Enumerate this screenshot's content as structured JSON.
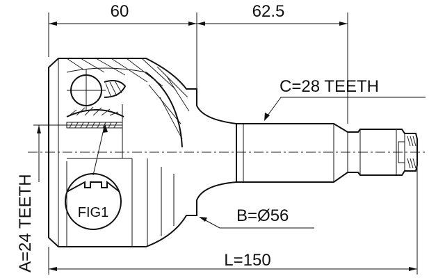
{
  "drawing": {
    "dim_top_left": "60",
    "dim_top_right": "62.5",
    "label_c": "C=28 TEETH",
    "label_a": "A=24 TEETH",
    "label_b": "B=Ø56",
    "label_l": "L=150",
    "label_fig": "FIG1"
  }
}
